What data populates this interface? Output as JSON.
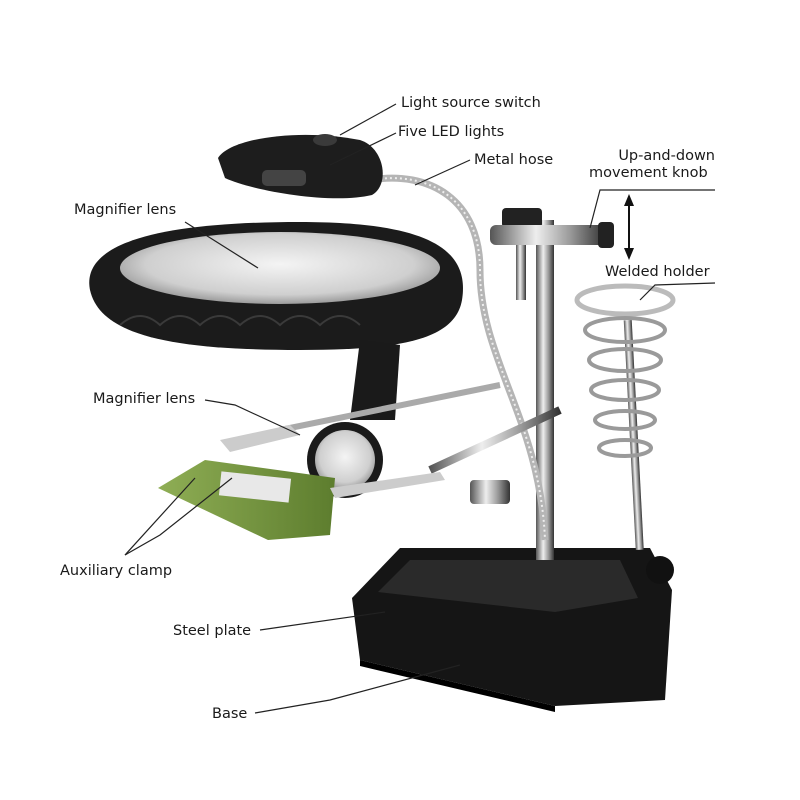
{
  "labels": {
    "light_source_switch": "Light source switch",
    "five_led_lights": "Five LED lights",
    "metal_hose": "Metal hose",
    "movement_knob_line1": "Up-and-down",
    "movement_knob_line2": "movement knob",
    "welded_holder": "Welded holder",
    "magnifier_lens_large": "Magnifier lens",
    "magnifier_lens_small": "Magnifier lens",
    "auxiliary_clamp": "Auxiliary clamp",
    "steel_plate": "Steel plate",
    "base": "Base"
  }
}
